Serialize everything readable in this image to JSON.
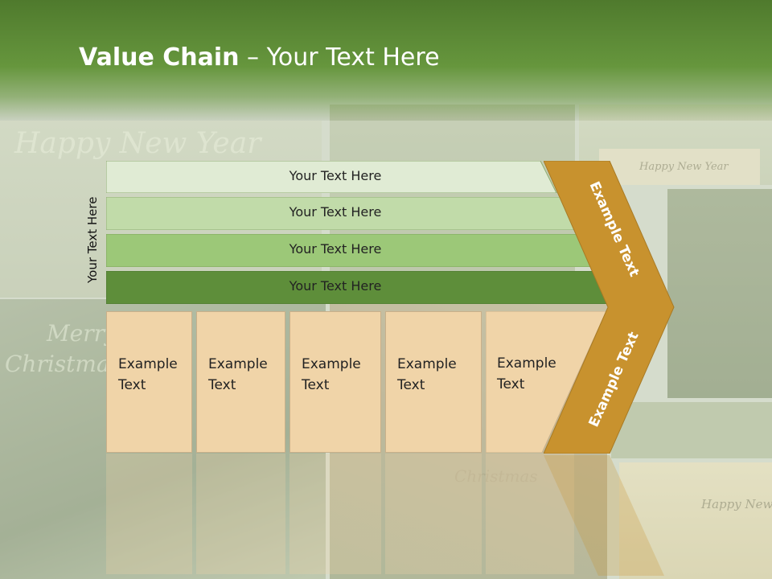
{
  "slide": {
    "title_bold": "Value Chain",
    "title_rest": " – Your Text Here",
    "side_label": "Your Text Here",
    "bars": [
      {
        "label": "Your Text Here",
        "color": "#e0ebd4"
      },
      {
        "label": "Your Text Here",
        "color": "#c1dba9"
      },
      {
        "label": "Your Text Here",
        "color": "#9cc878"
      },
      {
        "label": "Your Text Here",
        "color": "#5e8e3a"
      }
    ],
    "boxes": [
      {
        "label": "Example\nText"
      },
      {
        "label": "Example\nText"
      },
      {
        "label": "Example\nText"
      },
      {
        "label": "Example\nText"
      },
      {
        "label": "Example\nText"
      }
    ],
    "chevron": {
      "upper_label": "Example Text",
      "lower_label": "Example Text",
      "color": "#c8922e"
    }
  },
  "background": {
    "script_texts": [
      "Happy New Year",
      "Merry",
      "Christmas",
      "Christmas",
      "Happy New Year",
      "Happy New"
    ]
  }
}
